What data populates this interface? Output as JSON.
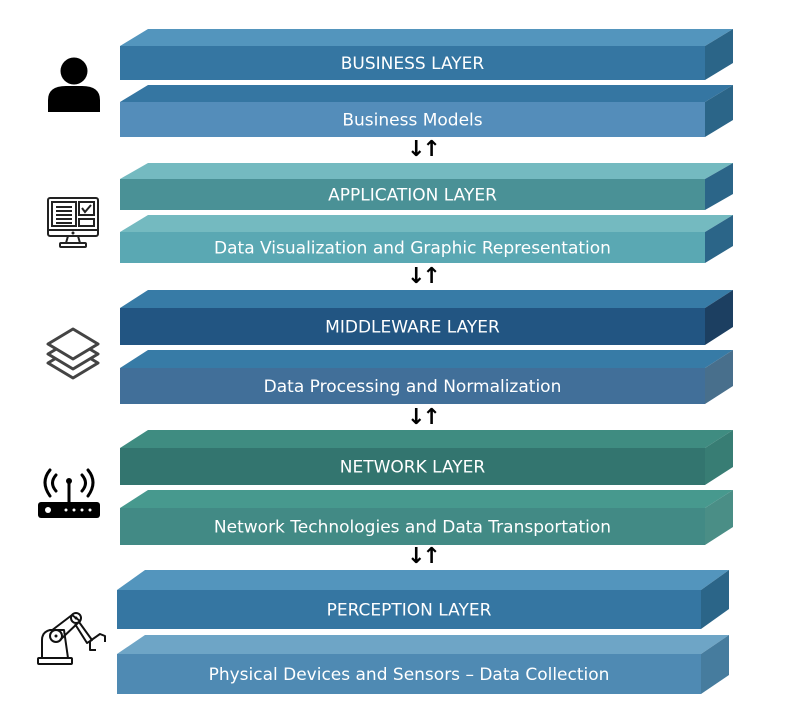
{
  "title": "IoT Layered Architecture",
  "layers": [
    {
      "name": "business",
      "icon": "person-icon",
      "blocks": [
        {
          "label": "BUSINESS LAYER",
          "top": "#5395bd",
          "front": "#3576a2",
          "side": "#2b6588"
        },
        {
          "label": "Business Models",
          "top": "#3576a2",
          "front": "#548dba",
          "side": "#2b6588"
        }
      ]
    },
    {
      "name": "application",
      "icon": "monitor-dashboard-icon",
      "blocks": [
        {
          "label": "APPLICATION LAYER",
          "top": "#74bac0",
          "front": "#4a9196",
          "side": "#2b6588"
        },
        {
          "label": "Data Visualization and Graphic Representation",
          "top": "#74bac0",
          "front": "#5aa8b3",
          "side": "#2b6588"
        }
      ]
    },
    {
      "name": "middleware",
      "icon": "layers-stack-icon",
      "blocks": [
        {
          "label": "MIDDLEWARE LAYER",
          "top": "#377ba6",
          "front": "#225582",
          "side": "#1c3f61"
        },
        {
          "label": "Data Processing and Normalization",
          "top": "#377ba6",
          "front": "#416f99",
          "side": "#486f8c"
        }
      ]
    },
    {
      "name": "network",
      "icon": "wifi-router-icon",
      "blocks": [
        {
          "label": "NETWORK LAYER",
          "top": "#3f8c81",
          "front": "#33756f",
          "side": "#387d74"
        },
        {
          "label": "Network Technologies and Data Transportation",
          "top": "#47998e",
          "front": "#428a85",
          "side": "#4a8e86"
        }
      ]
    },
    {
      "name": "perception",
      "icon": "robot-arm-icon",
      "blocks": [
        {
          "label": "PERCEPTION LAYER",
          "top": "#5395bd",
          "front": "#3576a2",
          "side": "#2b6588"
        },
        {
          "label": "Physical Devices and Sensors – Data Collection",
          "top": "#6ea5c6",
          "front": "#4f8ab3",
          "side": "#467c9e"
        }
      ]
    }
  ],
  "connectors": [
    {
      "symbol": "↓↑",
      "meaning": "bidirectional-arrow"
    },
    {
      "symbol": "↓↑",
      "meaning": "bidirectional-arrow"
    },
    {
      "symbol": "↓↑",
      "meaning": "bidirectional-arrow"
    },
    {
      "symbol": "↓↑",
      "meaning": "bidirectional-arrow"
    }
  ]
}
